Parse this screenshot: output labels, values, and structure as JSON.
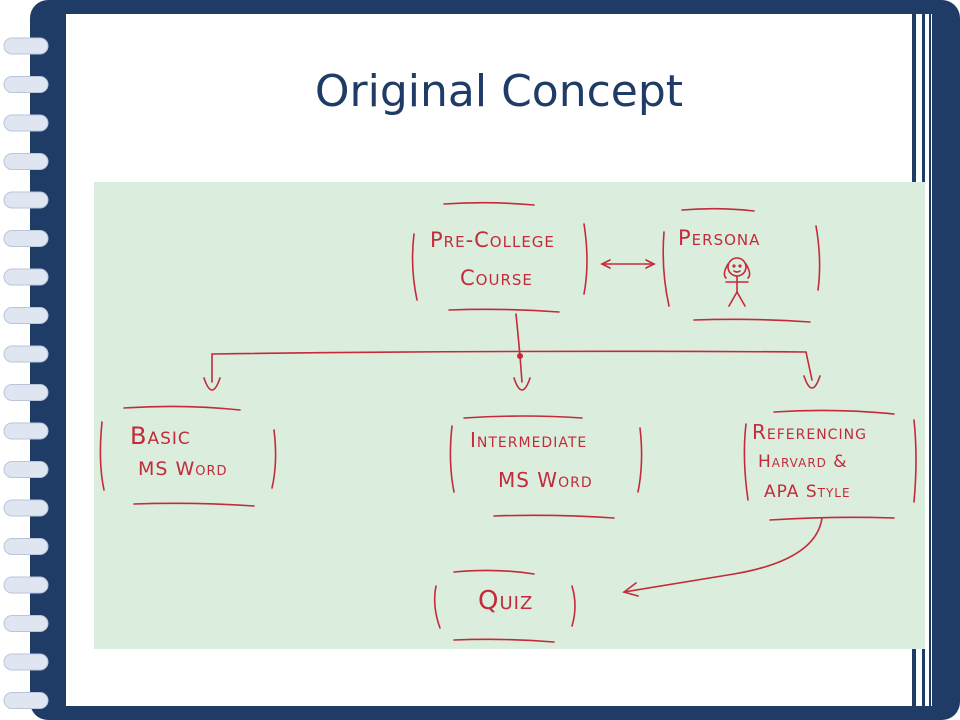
{
  "slide": {
    "title": "Original Concept"
  },
  "diagram": {
    "nodes": [
      {
        "id": "pre-college",
        "lines": [
          "Pre-College",
          "Course"
        ]
      },
      {
        "id": "persona",
        "lines": [
          "Persona"
        ]
      },
      {
        "id": "basic",
        "lines": [
          "Basic",
          "MS Word"
        ]
      },
      {
        "id": "intermediate",
        "lines": [
          "Intermediate",
          "MS Word"
        ]
      },
      {
        "id": "referencing",
        "lines": [
          "Referencing",
          "Harvard &",
          "APA Style"
        ]
      },
      {
        "id": "quiz",
        "lines": [
          "Quiz"
        ]
      }
    ],
    "edges": [
      {
        "from": "pre-college",
        "to": "persona",
        "type": "bidirectional"
      },
      {
        "from": "pre-college",
        "to": "basic",
        "type": "directed"
      },
      {
        "from": "pre-college",
        "to": "intermediate",
        "type": "directed"
      },
      {
        "from": "pre-college",
        "to": "referencing",
        "type": "directed"
      },
      {
        "from": "referencing",
        "to": "quiz",
        "type": "directed"
      }
    ],
    "colors": {
      "ink": "#c42a3a",
      "paper": "#dbeedd",
      "frame": "#1f3c66",
      "title": "#1f3c66"
    }
  }
}
